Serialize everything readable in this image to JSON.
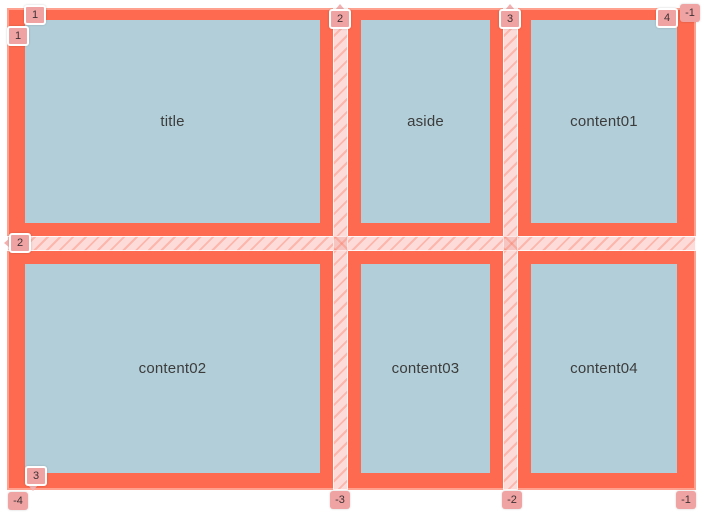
{
  "overlay": {
    "type": "css-grid-inspector-overlay",
    "colors": {
      "grid_border": "#fd6a4f",
      "grid_border_edge": "#ffa18e",
      "gap_hatch_base": "#fcdbd9",
      "cell_background": "#b2cfd9",
      "badge_background": "#f0a3a3",
      "cell_text": "#3c3c3c"
    },
    "cells": [
      {
        "label": "title"
      },
      {
        "label": "aside"
      },
      {
        "label": "content01"
      },
      {
        "label": "content02"
      },
      {
        "label": "content03"
      },
      {
        "label": "content04"
      }
    ],
    "badges": [
      {
        "id": "column-line-1",
        "label": "1"
      },
      {
        "id": "row-line-1",
        "label": "1"
      },
      {
        "id": "column-line-2",
        "label": "2"
      },
      {
        "id": "column-line-3",
        "label": "3"
      },
      {
        "id": "column-line-4",
        "label": "4"
      },
      {
        "id": "column-line-neg1-top",
        "label": "-1"
      },
      {
        "id": "row-line-2",
        "label": "2"
      },
      {
        "id": "row-line-3",
        "label": "3"
      },
      {
        "id": "column-line-neg4",
        "label": "-4"
      },
      {
        "id": "column-line-neg3",
        "label": "-3"
      },
      {
        "id": "column-line-neg2",
        "label": "-2"
      },
      {
        "id": "column-line-neg1-bottom",
        "label": "-1"
      }
    ]
  }
}
